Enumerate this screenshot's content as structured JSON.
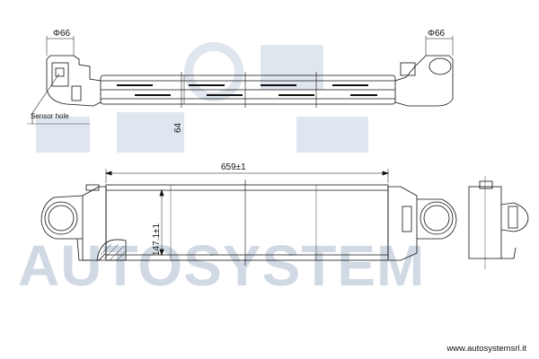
{
  "dimensions": {
    "inlet_left_diameter": "Φ66",
    "inlet_right_diameter": "Φ66",
    "height_top_view": "64",
    "overall_length": "659±1",
    "core_height": "147.1±1"
  },
  "callouts": {
    "sensor_hole": "Sensor hole"
  },
  "watermark": {
    "brand": "AUTOSYSTEM"
  },
  "footer": {
    "url": "www.autosystemsrl.it"
  },
  "colors": {
    "line": "#111111",
    "watermark": "#c9d3e0"
  }
}
